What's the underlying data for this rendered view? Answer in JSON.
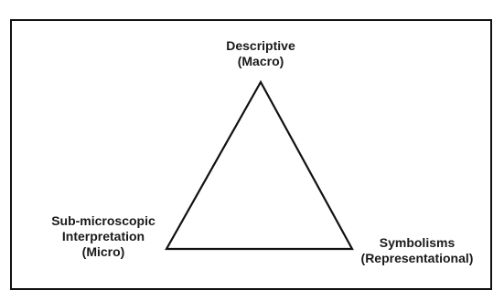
{
  "diagram": {
    "top_vertex": {
      "line1": "Descriptive",
      "line2": "(Macro)"
    },
    "left_vertex": {
      "line1": "Sub-microscopic",
      "line2": "Interpretation",
      "line3": "(Micro)"
    },
    "right_vertex": {
      "line1": "Symbolisms",
      "line2": "(Representational)"
    },
    "colors": {
      "stroke": "#111111",
      "text": "#1a1a1a",
      "background": "#ffffff"
    }
  }
}
